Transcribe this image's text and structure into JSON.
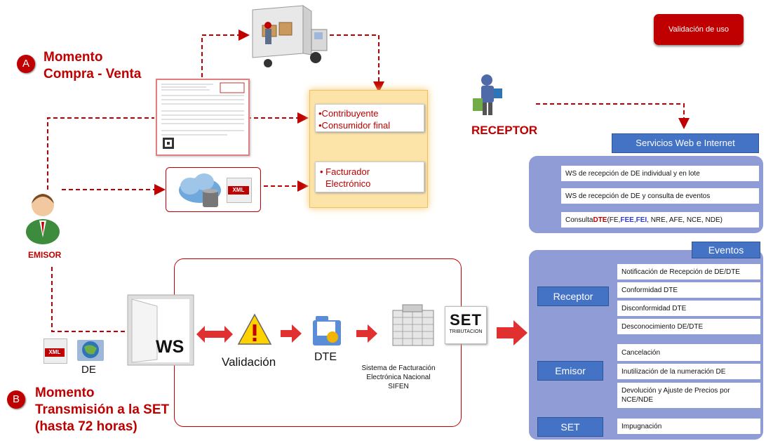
{
  "header": {
    "validation_button": "Validación de uso"
  },
  "moment_a": {
    "badge": "A",
    "line1": "Momento",
    "line2": "Compra - Venta"
  },
  "moment_b": {
    "badge": "B",
    "line1": "Momento",
    "line2": "Transmisión a la SET",
    "line3": "(hasta 72 horas)"
  },
  "actors": {
    "receptor": "RECEPTOR",
    "emisor": "EMISOR"
  },
  "yellow_box": {
    "item1": "•Contribuyente",
    "item2": "•Consumidor final",
    "item3a": "• Facturador",
    "item3b": "Electrónico"
  },
  "xml_label": "XML",
  "web_services": {
    "title": "Servicios Web e Internet",
    "item1": "WS de recepción de DE individual y en lote",
    "item2": "WS de recepción de DE y consulta de eventos",
    "item3_pre": "Consulta ",
    "item3_dte": "DTE",
    "item3_mid": " (FE, ",
    "item3_fee": "FEE",
    "item3_sep": ", ",
    "item3_fei": "FEI",
    "item3_post": ", NRE, AFE, NCE, NDE)"
  },
  "events": {
    "title": "Eventos",
    "receptor_label": "Receptor",
    "emisor_label": "Emisor",
    "set_label": "SET",
    "receptor_items": [
      "Notificación de Recepción de DE/DTE",
      "Conformidad DTE",
      "Disconformidad DTE",
      "Desconocimiento DE/DTE"
    ],
    "emisor_items": [
      "Cancelación",
      "Inutilización de la numeración DE",
      "Devolución y Ajuste de Precios por NCE/NDE"
    ],
    "set_items": [
      "Impugnación"
    ]
  },
  "flow": {
    "de": "DE",
    "ws": "WS",
    "validation": "Validación",
    "dte": "DTE",
    "sifen1": "Sistema de Facturación",
    "sifen2": "Electrónica Nacional",
    "sifen3": "SIFEN",
    "set_logo": "SET",
    "set_logo_sub": "TRIBUTACION"
  },
  "colors": {
    "red": "#c00000",
    "blue": "#4472c4",
    "panel": "#8f9cd6",
    "yellow": "#fce4a8"
  }
}
